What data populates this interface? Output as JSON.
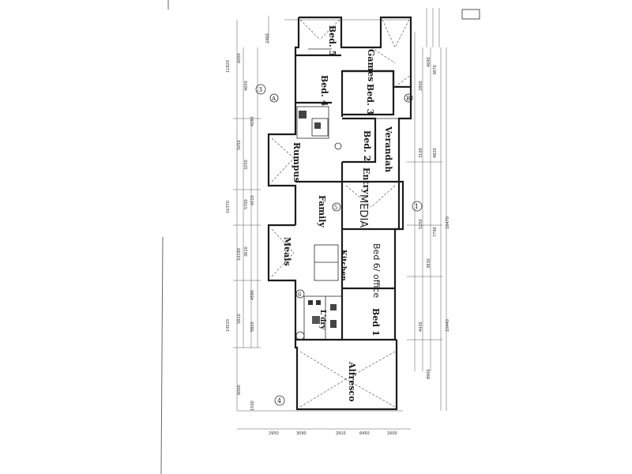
{
  "rooms": {
    "bed5": "Bed. 5",
    "games": "Games",
    "bed4": "Bed. 4",
    "bed3": "Bed. 3",
    "bed2": "Bed. 2",
    "rumpus": "Rumpus",
    "verandah": "Verandah",
    "entry": "Entry",
    "family": "Family",
    "media": "MEDIA",
    "meals": "Meals",
    "kitchen": "Kitchen",
    "bed6_office": "Bed 6/ office",
    "ldry": "L'dry",
    "bed1": "Bed 1",
    "alfresco": "Alfresco"
  },
  "markers": [
    "3",
    "4",
    "5",
    "6",
    "A",
    "B",
    "1"
  ],
  "dimensions": [
    "11820",
    "16370",
    "14520",
    "6000",
    "5050",
    "10190",
    "5810",
    "4650",
    "3250",
    "5700",
    "3610",
    "4590",
    "4260",
    "4210",
    "5820",
    "1500",
    "2460",
    "5250",
    "3100",
    "2800",
    "4430",
    "3830",
    "7790",
    "18470",
    "3870",
    "10440",
    "4820",
    "8900",
    "4690",
    "6000",
    "2950",
    "3090",
    "2910",
    "6450",
    "1600"
  ]
}
